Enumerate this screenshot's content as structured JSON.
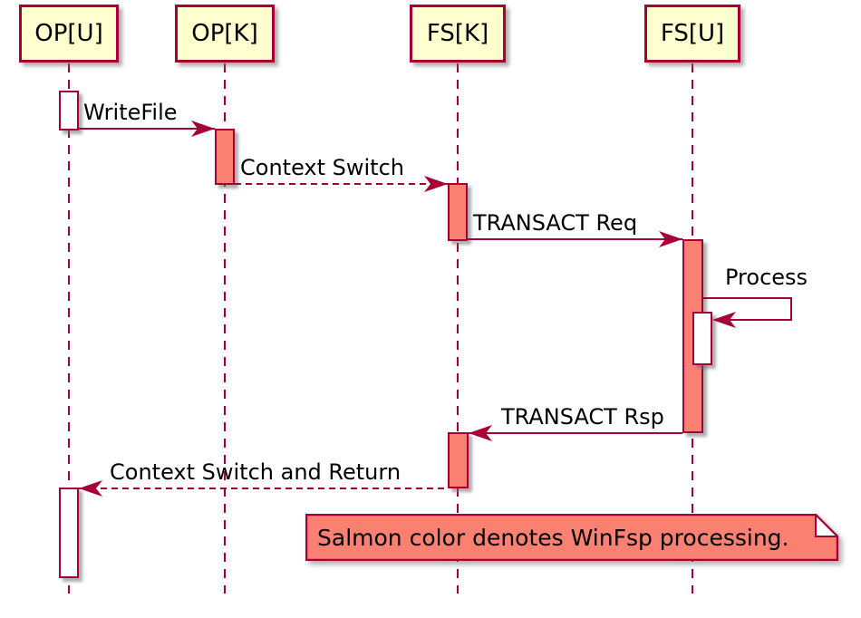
{
  "diagram_type": "sequence",
  "colors": {
    "border_crimson": "#A80036",
    "participant_fill": "#FEFECE",
    "processing_salmon": "#FA8072",
    "activation_white": "#FFFFFF",
    "text": "#000000"
  },
  "participants": [
    {
      "id": "opu",
      "label": "OP[U]"
    },
    {
      "id": "opk",
      "label": "OP[K]"
    },
    {
      "id": "fsk",
      "label": "FS[K]"
    },
    {
      "id": "fsu",
      "label": "FS[U]"
    }
  ],
  "messages": [
    {
      "label": "WriteFile",
      "from": "OP[U]",
      "to": "OP[K]",
      "style": "solid"
    },
    {
      "label": "Context Switch",
      "from": "OP[K]",
      "to": "FS[K]",
      "style": "dashed"
    },
    {
      "label": "TRANSACT Req",
      "from": "FS[K]",
      "to": "FS[U]",
      "style": "solid"
    },
    {
      "label": "Process",
      "from": "FS[U]",
      "to": "FS[U]",
      "style": "self"
    },
    {
      "label": "TRANSACT Rsp",
      "from": "FS[U]",
      "to": "FS[K]",
      "style": "solid"
    },
    {
      "label": "Context Switch and Return",
      "from": "FS[K]",
      "to": "OP[U]",
      "style": "dashed"
    }
  ],
  "note": {
    "text": "Salmon color denotes WinFsp processing."
  }
}
